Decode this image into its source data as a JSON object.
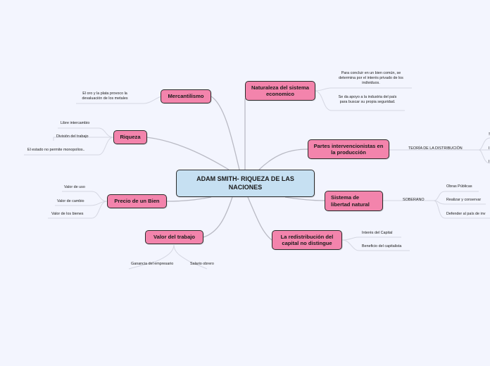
{
  "central": "ADAM SMITH- RIQUEZA DE LAS NACIONES",
  "topics": {
    "mercantilismo": {
      "label": "Mercantilismo",
      "leaves": [
        "El oro y la plata provoco la devaluación de los metales"
      ]
    },
    "riqueza": {
      "label": "Riqueza",
      "leaves": [
        "Libre intercambio",
        "División del trabajo",
        "El estado no permite monopolios.."
      ]
    },
    "precio": {
      "label": "Precio de un Bien",
      "leaves": [
        "Valor de uso",
        "Valor de cambio",
        "Valor de los bienes"
      ]
    },
    "trabajo": {
      "label": "Valor del trabajo",
      "leaves": [
        "Ganancia del empresario",
        "Salario obrero"
      ]
    },
    "naturaleza": {
      "label": "Naturaleza del sistema economico",
      "leaves": [
        "Para concluir en un bien común, se determina por el interés privado de los individuos.",
        "Se da apoyo a la industria del país para buscar su propia seguridad."
      ]
    },
    "partes": {
      "label": "Partes intervencionistas en la producción",
      "sub": "TEORÍA DE LA DISTRIBUCIÓN",
      "subleaves": [
        "S",
        "I",
        "I"
      ]
    },
    "sistema": {
      "label": "Sistema de libertad natural",
      "sub": "SOBERANO",
      "subleaves": [
        "Obras Públicas",
        "Realizar y conservar",
        "Defender al país de inv"
      ]
    },
    "redistribucion": {
      "label": "La redistribución del capital no distingue",
      "leaves": [
        "Interés del Capital",
        "Beneficio del capitalista"
      ]
    }
  },
  "colors": {
    "background": "#f3f5fe",
    "central_fill": "#c6e0f2",
    "topic_fill": "#f384ac",
    "connector": "#b9bac4",
    "leaf_underline": "#d5d7e2"
  }
}
